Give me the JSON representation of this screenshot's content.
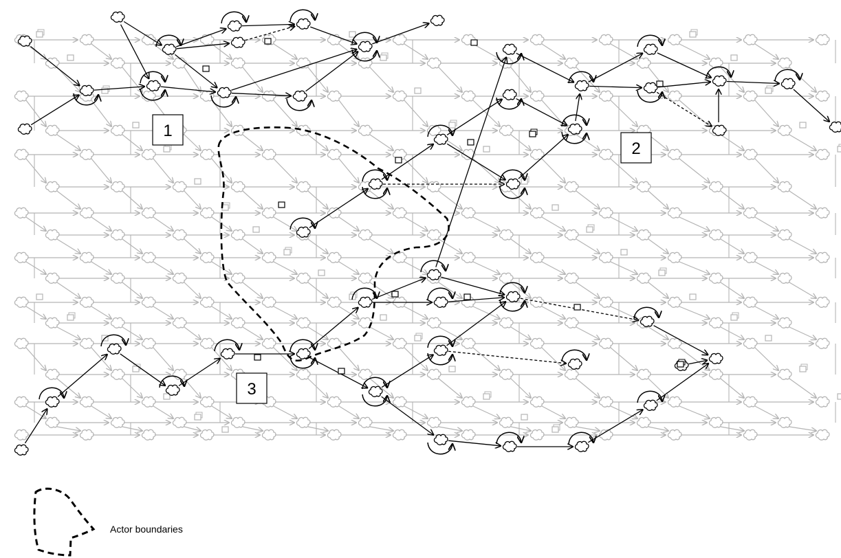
{
  "diagram": {
    "box_labels": [
      "1",
      "2",
      "3"
    ],
    "legend": {
      "label": "Actor boundaries"
    },
    "colors": {
      "active": "#000000",
      "background_network": "#b4b4b4"
    }
  }
}
